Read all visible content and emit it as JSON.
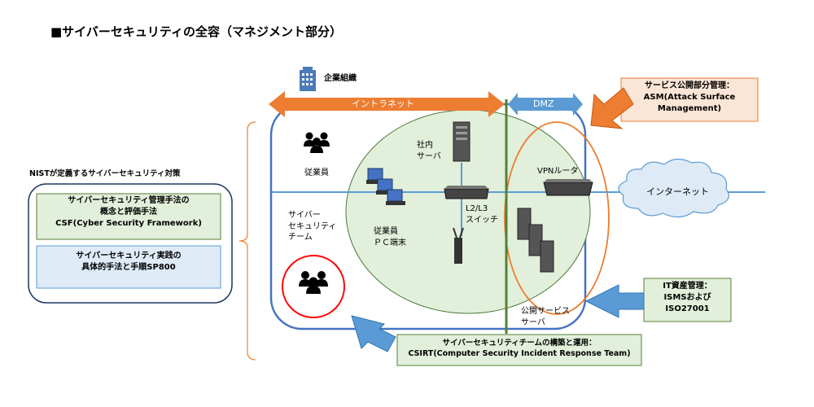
{
  "title": "■サイバーセキュリティの全容（マネジメント部分）",
  "org_label": "企業組織",
  "zones": {
    "intranet": "イントラネット",
    "dmz": "DMZ"
  },
  "nist": {
    "heading": "NISTが定義するサイバーセキュリティ対策",
    "box1": [
      "サイバーセキュリティ管理手法の",
      "概念と評価手法",
      "CSF(Cyber Security Framework)"
    ],
    "box2": [
      "サイバーセキュリティ実践の",
      "具体的手法と手順SP800"
    ]
  },
  "network": {
    "employees": "従業員",
    "team": [
      "サイバー",
      "セキュリティ",
      "チーム"
    ],
    "internal_server": [
      "社内",
      "サーバ"
    ],
    "employee_pc": [
      "従業員",
      "ＰＣ端末"
    ],
    "switch": [
      "L2/L3",
      "スイッチ"
    ],
    "vpn_router": "VPNルータ",
    "internet": "インターネット",
    "public_server": [
      "公開サービス",
      "サーバ"
    ]
  },
  "callouts": {
    "asm": [
      "サービス公開部分管理：",
      "ASM(Attack Surface",
      "Management)"
    ],
    "it_asset": [
      "IT資産管理：",
      "ISMSおよび",
      "ISO27001"
    ],
    "csirt": [
      "サイバーセキュリティチームの構築と運用：",
      "CSIRT(Computer Security Incident Response Team)"
    ]
  },
  "colors": {
    "intranet_arrow": "#ed7d31",
    "dmz_arrow": "#5b9bd5",
    "org_border": "#4472c4",
    "lan_ellipse": "#e2efda",
    "dmz_line": "#548235",
    "asm_box": "#fbe5d6",
    "callout_box": "#e2efda",
    "nist_box1": "#e2efda",
    "nist_box2": "#deebf7",
    "team_circle": "#ff0000"
  }
}
